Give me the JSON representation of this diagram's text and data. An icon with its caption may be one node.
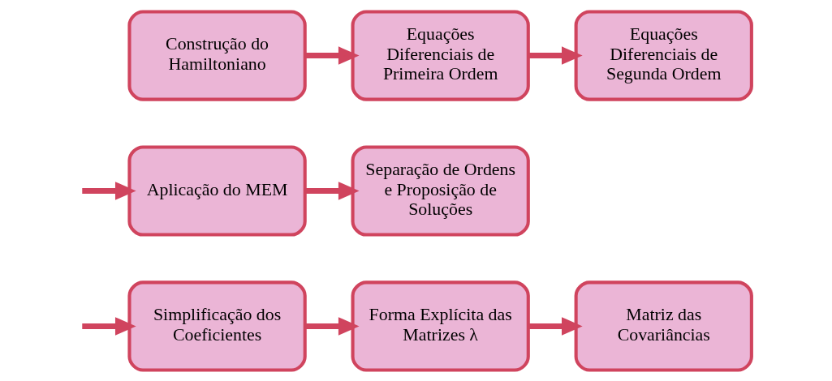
{
  "diagram": {
    "nodes": [
      {
        "text": [
          "Construção do Hamiltoniano"
        ]
      },
      {
        "text": [
          "Equações Diferenciais de Primeira Ordem"
        ]
      },
      {
        "text": [
          "Equações Diferenciais de Segunda Ordem"
        ]
      },
      {
        "text": [
          "Aplicação do MEM"
        ]
      },
      {
        "text": [
          "Separação de Ordens e Proposição de Soluções"
        ]
      },
      {
        "text": [
          "Simplificação dos Coeficientes"
        ]
      },
      {
        "text": [
          "Forma Explícita das Matrizes λ"
        ]
      },
      {
        "text": [
          "Matriz das Covariâncias"
        ]
      }
    ],
    "edges": [
      {
        "from": 0,
        "to": 1,
        "arrow": "to"
      },
      {
        "from": 1,
        "to": 2,
        "arrow": "to"
      },
      {
        "from": null,
        "to": 3,
        "arrow": "to"
      },
      {
        "from": 3,
        "to": 4,
        "arrow": "to"
      },
      {
        "from": null,
        "to": 5,
        "arrow": "to"
      },
      {
        "from": 5,
        "to": 6,
        "arrow": "to"
      },
      {
        "from": 6,
        "to": 7,
        "arrow": "to"
      }
    ]
  }
}
